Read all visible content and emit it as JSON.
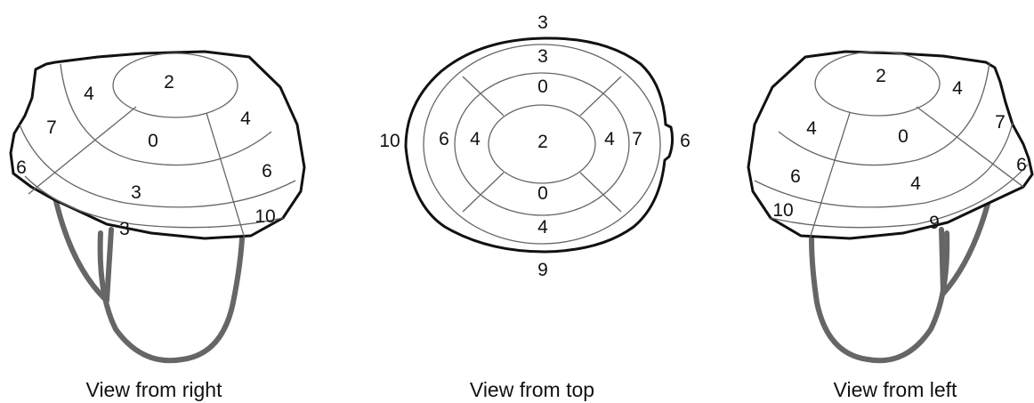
{
  "views": {
    "right": {
      "caption": "View from right",
      "labels": {
        "top": "2",
        "upper_left": "4",
        "upper_right": "4",
        "mid_left": "7",
        "center": "0",
        "mid_right": "6",
        "far_left": "6",
        "lower_center": "3",
        "lower_right": "10",
        "bottom": "3"
      }
    },
    "top": {
      "caption": "View from top",
      "labels": {
        "outer_top": "3",
        "inner_top": "3",
        "ring_top": "0",
        "outer_left": "10",
        "inner_left": "6",
        "ring_left": "4",
        "center": "2",
        "ring_right": "4",
        "inner_right": "7",
        "outer_right": "6",
        "ring_bottom": "0",
        "inner_bottom": "4",
        "outer_bottom": "9"
      }
    },
    "left": {
      "caption": "View from left",
      "labels": {
        "top": "2",
        "upper_right": "4",
        "upper_left": "4",
        "center": "0",
        "mid_right": "7",
        "far_right": "6",
        "mid_left": "6",
        "lower_center": "4",
        "lower_left": "10",
        "bottom": "9"
      }
    }
  }
}
